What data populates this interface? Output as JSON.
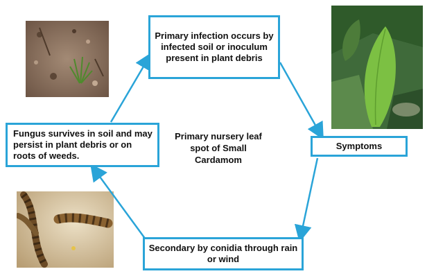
{
  "diagram": {
    "center_label": "Primary nursery leaf spot of Small Cardamom",
    "boxes": {
      "primary": "Primary infection occurs by infected soil or inoculum present in plant debris",
      "symptoms": "Symptoms",
      "secondary": "Secondary by conidia through rain or wind",
      "survives": "Fungus survives in soil and may persist in plant debris or on roots of weeds."
    },
    "colors": {
      "box_border": "#2aa4d8",
      "arrow": "#2aa4d8",
      "text": "#111111"
    }
  }
}
